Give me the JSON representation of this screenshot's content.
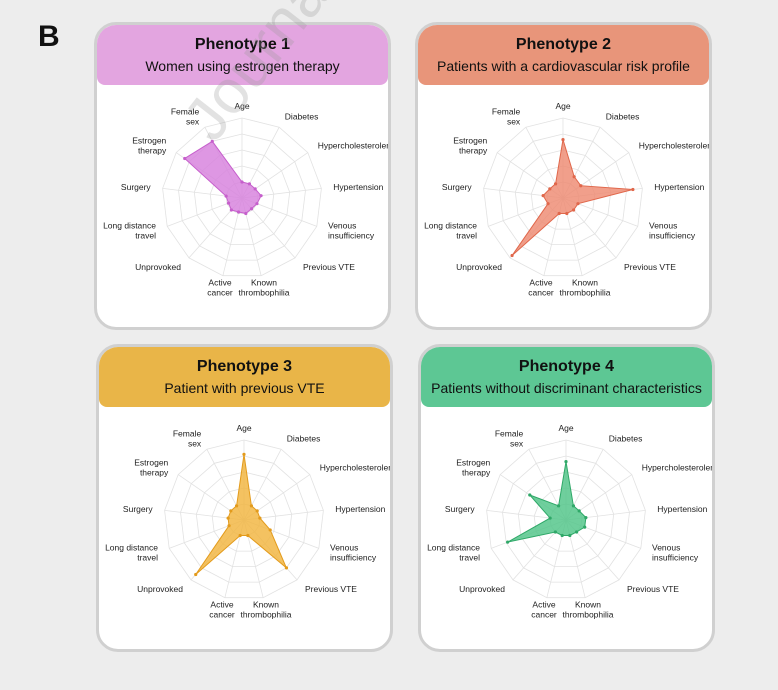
{
  "panel_label": "B",
  "watermark": "Journal Pre-proof",
  "axes": [
    "Age",
    "Diabetes",
    "Hypercholesterolemia",
    "Hypertension",
    "Venous insufficiency",
    "Previous VTE",
    "Known thrombophilia",
    "Active cancer",
    "Unprovoked",
    "Long distance travel",
    "Surgery",
    "Estrogen therapy",
    "Female sex"
  ],
  "cards": [
    {
      "title": "Phenotype 1",
      "subtitle": "Women using estrogen therapy",
      "color": "#e3a5e0",
      "fill": "#d780dd",
      "stroke": "#c65fcc"
    },
    {
      "title": "Phenotype 2",
      "subtitle": "Patients with a cardiovascular risk profile",
      "color": "#e8957a",
      "fill": "#ee8a72",
      "stroke": "#e0674b"
    },
    {
      "title": "Phenotype 3",
      "subtitle": "Patient with previous VTE",
      "color": "#e9b548",
      "fill": "#f2b43e",
      "stroke": "#e39b1c"
    },
    {
      "title": "Phenotype 4",
      "subtitle": "Patients without discriminant characteristics",
      "color": "#5dc794",
      "fill": "#4fc487",
      "stroke": "#2fa868"
    }
  ],
  "chart_data": [
    {
      "type": "radar",
      "title": "Phenotype 1",
      "rlim": [
        0,
        1
      ],
      "categories": [
        "Age",
        "Diabetes",
        "Hypercholesterolemia",
        "Hypertension",
        "Venous insufficiency",
        "Previous VTE",
        "Known thrombophilia",
        "Active cancer",
        "Unprovoked",
        "Long distance travel",
        "Surgery",
        "Estrogen therapy",
        "Female sex"
      ],
      "values": [
        0.2,
        0.2,
        0.2,
        0.24,
        0.2,
        0.18,
        0.2,
        0.18,
        0.2,
        0.18,
        0.2,
        0.87,
        0.8
      ]
    },
    {
      "type": "radar",
      "title": "Phenotype 2",
      "rlim": [
        0,
        1
      ],
      "categories": [
        "Age",
        "Diabetes",
        "Hypercholesterolemia",
        "Hypertension",
        "Venous insufficiency",
        "Previous VTE",
        "Known thrombophilia",
        "Active cancer",
        "Unprovoked",
        "Long distance travel",
        "Surgery",
        "Estrogen therapy",
        "Female sex"
      ],
      "values": [
        0.73,
        0.3,
        0.27,
        0.88,
        0.2,
        0.2,
        0.2,
        0.2,
        0.96,
        0.2,
        0.25,
        0.2,
        0.2
      ]
    },
    {
      "type": "radar",
      "title": "Phenotype 3",
      "rlim": [
        0,
        1
      ],
      "categories": [
        "Age",
        "Diabetes",
        "Hypercholesterolemia",
        "Hypertension",
        "Venous insufficiency",
        "Previous VTE",
        "Known thrombophilia",
        "Active cancer",
        "Unprovoked",
        "Long distance travel",
        "Surgery",
        "Estrogen therapy",
        "Female sex"
      ],
      "values": [
        0.82,
        0.2,
        0.2,
        0.2,
        0.35,
        0.8,
        0.2,
        0.2,
        0.91,
        0.2,
        0.2,
        0.2,
        0.2
      ]
    },
    {
      "type": "radar",
      "title": "Phenotype 4",
      "rlim": [
        0,
        1
      ],
      "categories": [
        "Age",
        "Diabetes",
        "Hypercholesterolemia",
        "Hypertension",
        "Venous insufficiency",
        "Previous VTE",
        "Known thrombophilia",
        "Active cancer",
        "Unprovoked",
        "Long distance travel",
        "Surgery",
        "Estrogen therapy",
        "Female sex"
      ],
      "values": [
        0.73,
        0.2,
        0.2,
        0.25,
        0.25,
        0.2,
        0.2,
        0.2,
        0.2,
        0.78,
        0.2,
        0.55,
        0.2
      ]
    }
  ]
}
